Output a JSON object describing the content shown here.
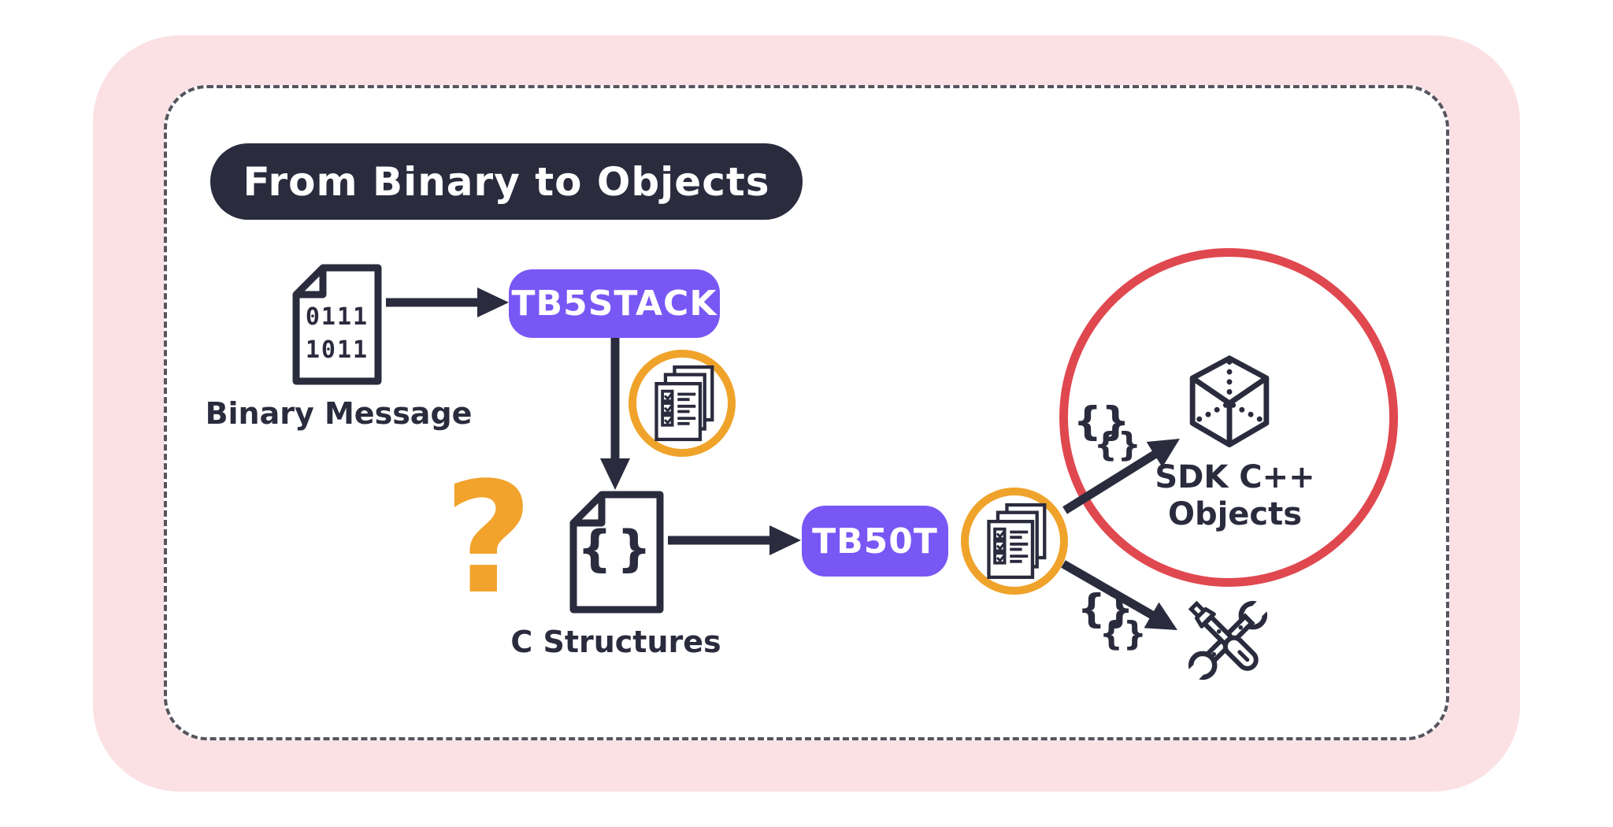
{
  "colors": {
    "panel_pink": "#fbe1e4",
    "navy": "#2b2b3e",
    "purple": "#7957f5",
    "orange": "#f0a32a",
    "red": "#e0484f",
    "white": "#ffffff",
    "dash_gray": "#55555f"
  },
  "title": {
    "label": "From Binary to Objects"
  },
  "nodes": {
    "binary_message": {
      "label": "Binary Message",
      "file_lines": [
        "0111",
        "1011"
      ],
      "icon": "binary-file-icon"
    },
    "tb5stack": {
      "label": "TB5STACK"
    },
    "intermediate_badge": {
      "icon": "checklist-pages-icon"
    },
    "question": {
      "glyph": "?"
    },
    "c_structures": {
      "label": "C Structures",
      "glyph": "{}",
      "icon": "code-file-icon"
    },
    "tb50t": {
      "label": "TB50T"
    },
    "output_badge": {
      "icon": "checklist-pages-icon"
    },
    "sdk_objects": {
      "line1": "SDK C++",
      "line2": "Objects",
      "icon": "cube-icon"
    },
    "tools": {
      "icon": "tools-icon"
    },
    "braces_upper": {
      "primary": "{}",
      "secondary": "{}"
    },
    "braces_lower": {
      "primary": "{}",
      "secondary": "{}"
    }
  }
}
